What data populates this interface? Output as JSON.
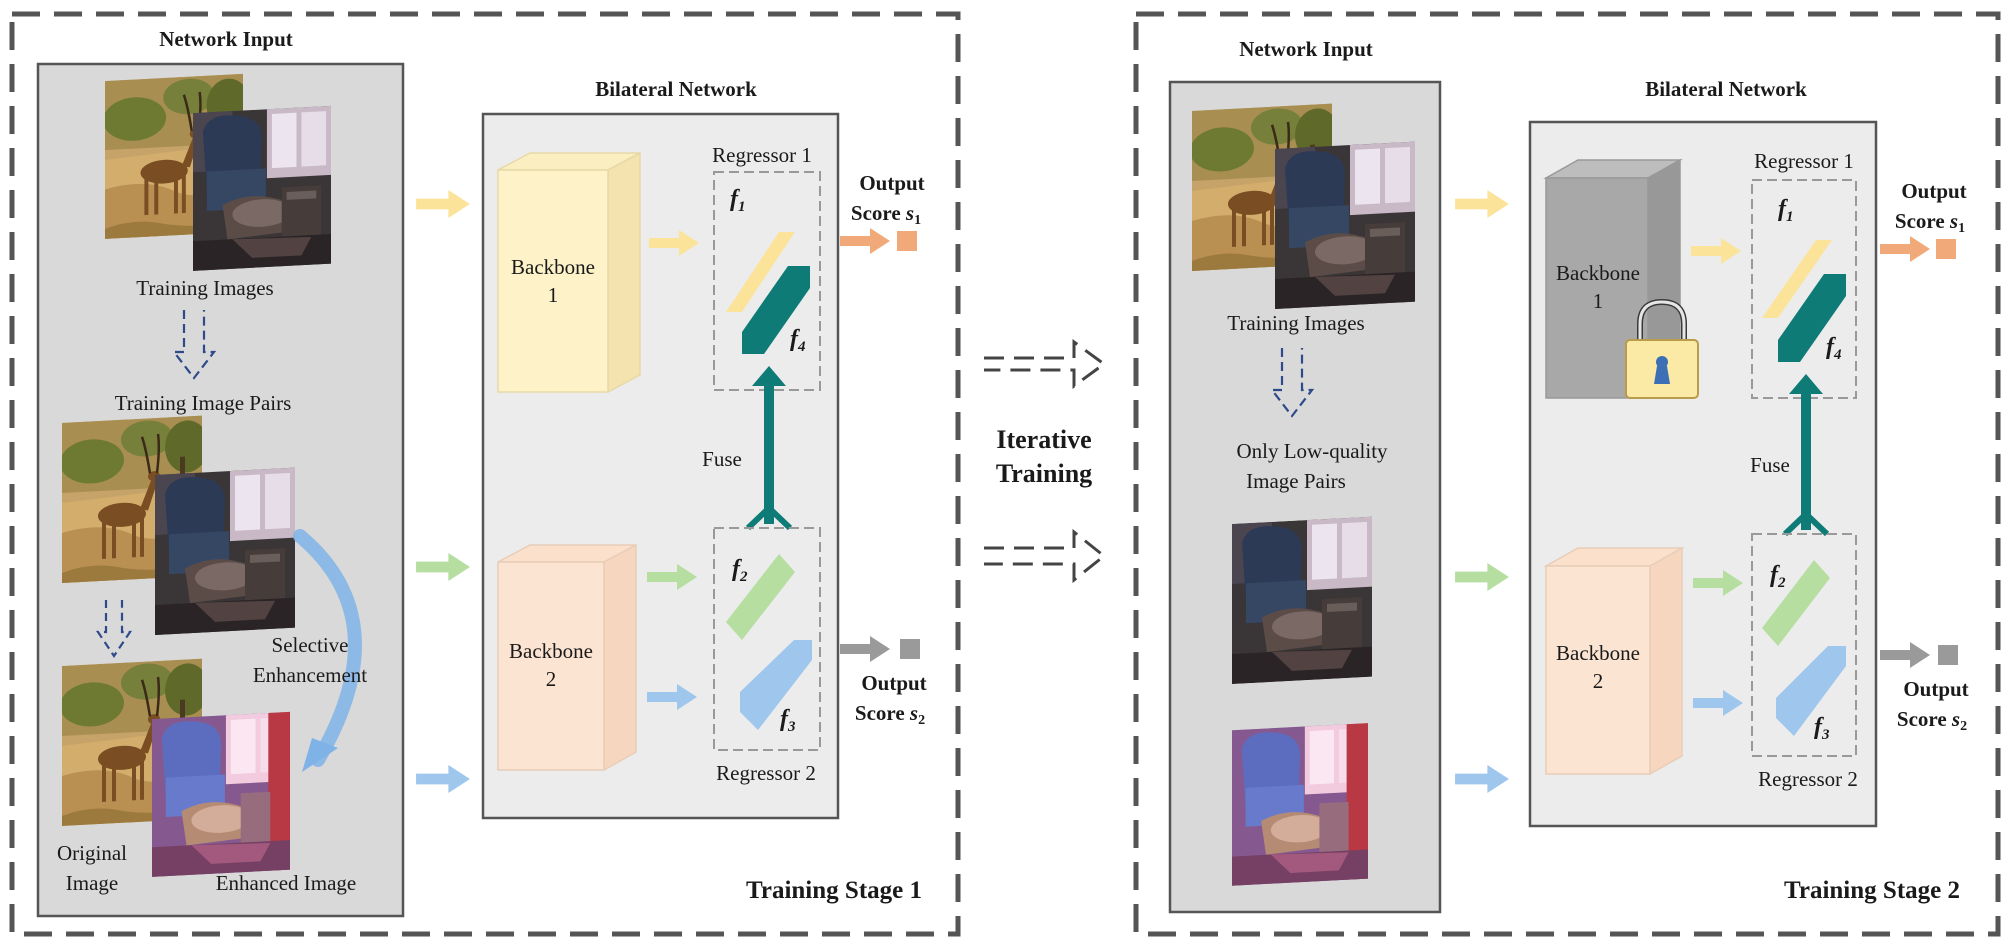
{
  "stage1": {
    "network_input": "Network Input",
    "training_images": "Training Images",
    "training_image_pairs": "Training Image Pairs",
    "selective_enhancement_line1": "Selective",
    "selective_enhancement_line2": "Enhancement",
    "original_image_line1": "Original",
    "original_image_line2": "Image",
    "enhanced_image": "Enhanced Image",
    "bilateral_network": "Bilateral Network",
    "backbone1_line1": "Backbone",
    "backbone1_line2": "1",
    "backbone2_line1": "Backbone",
    "backbone2_line2": "2",
    "regressor1": "Regressor 1",
    "regressor2": "Regressor 2",
    "fuse": "Fuse",
    "f1": "f",
    "f1_sub": "1",
    "f2": "f",
    "f2_sub": "2",
    "f3": "f",
    "f3_sub": "3",
    "f4": "f",
    "f4_sub": "4",
    "output1_line1": "Output",
    "output1_line2": "Score ",
    "output1_var": "s",
    "output1_sub": "1",
    "output2_line1": "Output",
    "output2_line2": "Score ",
    "output2_var": "s",
    "output2_sub": "2",
    "stage_label": "Training Stage 1"
  },
  "middle": {
    "line1": "Iterative",
    "line2": "Training"
  },
  "stage2": {
    "network_input": "Network Input",
    "training_images": "Training Images",
    "low_quality_line1": "Only Low-quality",
    "low_quality_line2": "Image Pairs",
    "bilateral_network": "Bilateral Network",
    "backbone1_line1": "Backbone",
    "backbone1_line2": "1",
    "backbone2_line1": "Backbone",
    "backbone2_line2": "2",
    "regressor1": "Regressor 1",
    "regressor2": "Regressor 2",
    "fuse": "Fuse",
    "f1": "f",
    "f1_sub": "1",
    "f2": "f",
    "f2_sub": "2",
    "f3": "f",
    "f3_sub": "3",
    "f4": "f",
    "f4_sub": "4",
    "output1_line1": "Output",
    "output1_line2": "Score ",
    "output1_var": "s",
    "output1_sub": "1",
    "output2_line1": "Output",
    "output2_line2": "Score ",
    "output2_var": "s",
    "output2_sub": "2",
    "stage_label": "Training Stage 2"
  },
  "icons": {
    "lock": "lock-icon",
    "savanna_photo": "antelope-photo",
    "room_photo": "armchair-room-photo"
  },
  "colors": {
    "yellow_branch": "#fbe49a",
    "green_branch": "#b5dea0",
    "blue_branch": "#9fc6ec",
    "teal_f4": "#0f7b77",
    "output1": "#f2a979",
    "output2": "#9a9a9a",
    "backbone1_stage1": "#fdf2c8",
    "backbone1_stage2": "#a8a8a8",
    "backbone2": "#fbe4d2"
  }
}
